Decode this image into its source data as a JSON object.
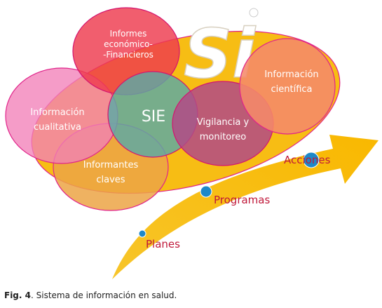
{
  "diagram": {
    "logo_text": "Si",
    "circles": {
      "informes": "Informes|económico-|-Financieros",
      "cualitativa": "Información|cualitativa",
      "sie": "SIE",
      "vigilancia": "Vigilancia y|monitoreo",
      "claves": "Informantes|claves",
      "cientifica": "Información|científica"
    },
    "steps": {
      "planes": "Planes",
      "programas": "Programas",
      "acciones": "Acciones"
    }
  },
  "caption": {
    "label": "Fig. 4",
    "text": ". Sistema de información en salud."
  }
}
